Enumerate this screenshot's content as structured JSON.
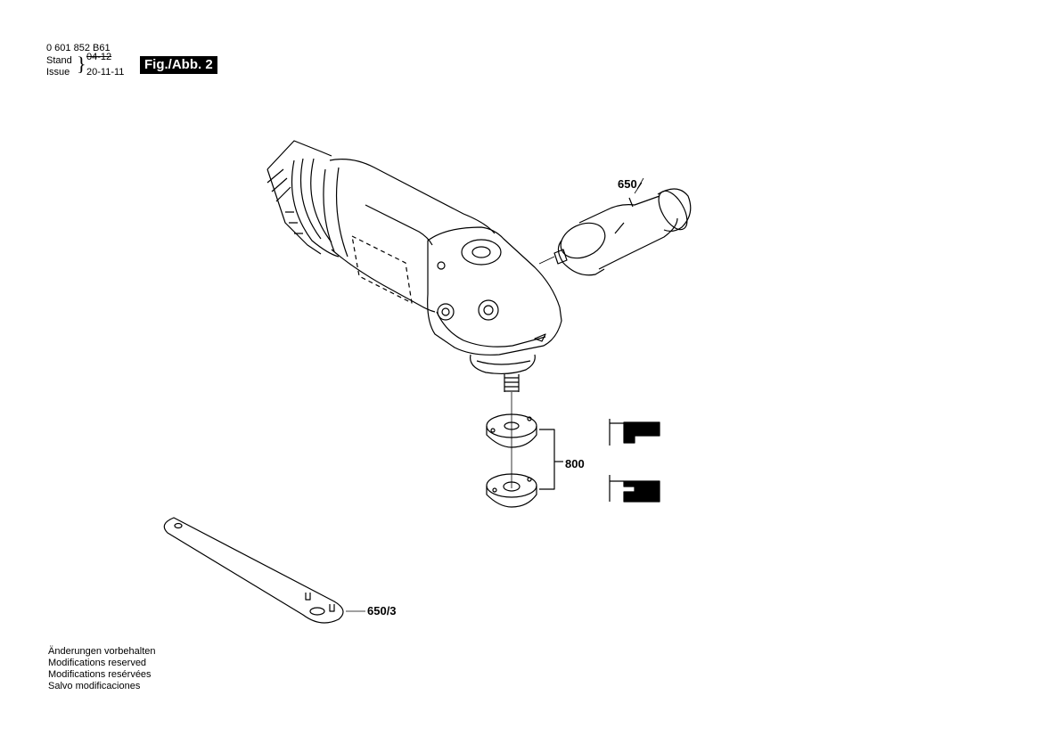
{
  "header": {
    "part_number": "0 601 852 B61",
    "stand_label": "Stand",
    "issue_label": "Issue",
    "brace": "}",
    "stand_date_struck": "04-12",
    "issue_date": "20-11-11",
    "figure_label": "Fig./Abb. 2"
  },
  "callouts": {
    "handle": "650",
    "flanges": "800",
    "spanner": "650/3"
  },
  "notes": [
    "Änderungen vorbehalten",
    "Modifications reserved",
    "Modifications resérvées",
    "Salvo modificaciones"
  ]
}
